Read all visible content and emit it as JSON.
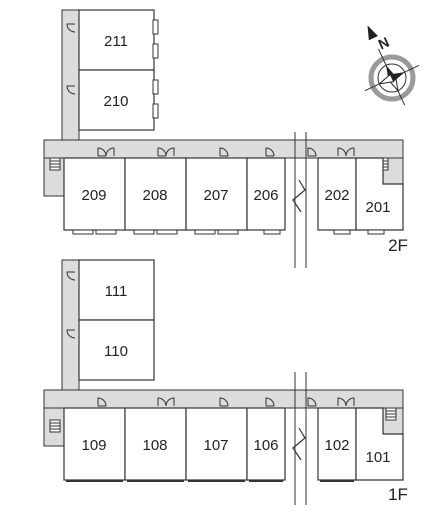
{
  "floors": [
    {
      "id": "2F",
      "label": "2F",
      "units": [
        "211",
        "210",
        "209",
        "208",
        "207",
        "206",
        "202",
        "201"
      ]
    },
    {
      "id": "1F",
      "label": "1F",
      "units": [
        "111",
        "110",
        "109",
        "108",
        "107",
        "106",
        "102",
        "101"
      ]
    }
  ],
  "compass": {
    "north_label": "N"
  },
  "colors": {
    "corridor": "#dcdcdc",
    "walls": "#333333",
    "room_fill": "#ffffff",
    "compass_ring": "#9a9a9a"
  }
}
